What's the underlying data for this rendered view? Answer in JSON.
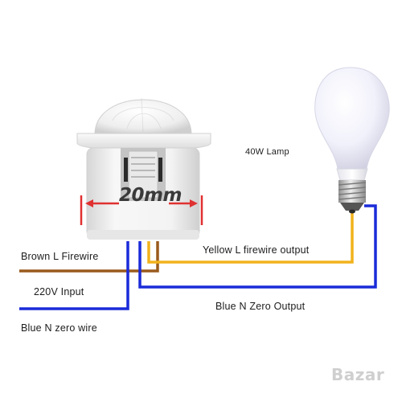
{
  "labels": {
    "lamp": "40W  Lamp",
    "yellow_output": "Yellow L firewire output",
    "brown_input": "Brown L Firewire",
    "voltage_input": "220V Input",
    "blue_output": "Blue N Zero Output",
    "blue_input": "Blue N zero wire",
    "dimension": "20mm"
  },
  "watermark": "Bazar",
  "colors": {
    "brown_wire": "#9a5a1c",
    "yellow_wire": "#f2b21c",
    "blue_wire": "#1a2bd9",
    "dimension_marker": "#e03030",
    "bulb_glass": "#eeeefb",
    "bulb_base": "#c9c9c9"
  },
  "icons": {
    "sensor": "pir-motion-sensor-icon",
    "lamp": "light-bulb-icon"
  }
}
